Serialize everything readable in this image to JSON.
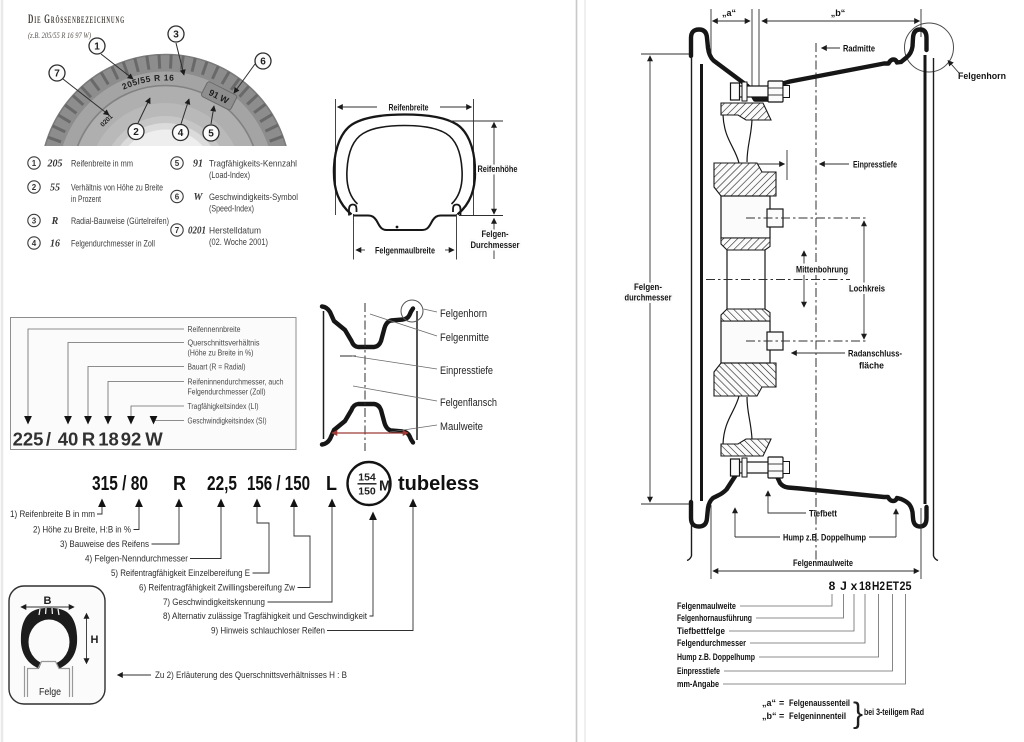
{
  "colors": {
    "ink": "#1c1c1c",
    "red_arrow": "#9e3a33",
    "paper": "#ffffff"
  },
  "left_page": {
    "title": "Die Grössenbezeichnung",
    "subtitle": "(z.B. 205/55 R 16  97 W)",
    "tire_photo": {
      "sidewall_size_marking": "205/55 R 16",
      "load_speed_box": "91 W",
      "dot_date": "0201",
      "callouts": {
        "c1": "1",
        "c2": "2",
        "c3": "3",
        "c4": "4",
        "c5": "5",
        "c6": "6",
        "c7": "7"
      }
    },
    "legend": [
      {
        "num": "1",
        "value": "205",
        "line1": "Reifenbreite in mm",
        "line2": ""
      },
      {
        "num": "2",
        "value": "55",
        "line1": "Verhältnis von Höhe zu Breite",
        "line2": "in Prozent"
      },
      {
        "num": "3",
        "value": "R",
        "line1": "Radial-Bauweise (Gürtelreifen)",
        "line2": ""
      },
      {
        "num": "4",
        "value": "16",
        "line1": "Felgendurchmesser in Zoll",
        "line2": ""
      },
      {
        "num": "5",
        "value": "91",
        "line1": "Tragfähigkeits-Kennzahl",
        "line2": "(Load-Index)"
      },
      {
        "num": "6",
        "value": "W",
        "line1": "Geschwindigkeits-Symbol",
        "line2": "(Speed-Index)"
      },
      {
        "num": "7",
        "value": "0201",
        "line1": "Herstelldatum",
        "line2": "(02. Woche 2001)"
      }
    ],
    "tire_section": {
      "width": "Reifenbreite",
      "height": "Reifenhöhe",
      "rim_diameter1": "Felgen-",
      "rim_diameter2": "Durchmesser",
      "rim_mouth_width": "Felgenmaulbreite"
    },
    "car_code": {
      "tokens": [
        "225",
        "/",
        "40",
        "R",
        "18",
        "92",
        "W"
      ],
      "labels": [
        {
          "line1": "Reifennennbreite",
          "line2": ""
        },
        {
          "line1": "Querschnittsverhältnis",
          "line2": "(Höhe zu Breite in %)"
        },
        {
          "line1": "Bauart (R = Radial)",
          "line2": ""
        },
        {
          "line1": "Reifeninnendurchmesser, auch",
          "line2": "Felgendurchmesser (Zoll)"
        },
        {
          "line1": "Tragfähigkeitsindex (LI)",
          "line2": ""
        },
        {
          "line1": "Geschwindigkeitsindex (SI)",
          "line2": ""
        }
      ]
    },
    "rim_small": {
      "labels": [
        "Felgenhorn",
        "Felgenmitte",
        "Einpresstiefe",
        "Felgenflansch",
        "Maulweite"
      ]
    },
    "truck_code": {
      "tokens": [
        "315 / 80",
        "R",
        "22,5",
        "156 / 150",
        "L"
      ],
      "alt_top": "154",
      "alt_bottom": "150",
      "alt_symbol": "M",
      "tubeless": "tubeless",
      "labels": [
        "1) Reifenbreite B in mm",
        "2) Höhe zu Breite, H:B in %",
        "3) Bauweise des Reifens",
        "4) Felgen-Nenndurchmesser",
        "5) Reifentragfähigkeit Einzelbereifung E",
        "6) Reifentragfähigkeit Zwillingsbereifung Zw",
        "7) Geschwindigkeitskennung",
        "8) Alternativ zulässige Tragfähigkeit und Geschwindigkeit",
        "9) Hinweis schlauchloser Reifen"
      ]
    },
    "hb_box": {
      "b": "B",
      "h": "H",
      "felge": "Felge",
      "note": "Zu 2) Erläuterung des Querschnittsverhältnisses H : B"
    }
  },
  "right_page": {
    "dim_a": "„a“",
    "dim_b": "„b“",
    "labels": {
      "radmitte": "Radmitte",
      "felgenhorn": "Felgenhorn",
      "einpresstiefe": "Einpresstiefe",
      "felgendurchmesser1": "Felgen-",
      "felgendurchmesser2": "durchmesser",
      "mittenbohrung": "Mittenbohrung",
      "lochkreis": "Lochkreis",
      "radanschluss1": "Radanschluss-",
      "radanschluss2": "fläche",
      "tiefbett": "Tiefbett",
      "hump": "Hump z.B. Doppelhump",
      "felgenmaulweite": "Felgenmaulweite"
    },
    "code": {
      "tokens": [
        "8",
        "J",
        "x",
        "18",
        "H2",
        "ET",
        "25"
      ],
      "labels": [
        "Felgenmaulweite",
        "Felgenhornausführung",
        "Tiefbettfelge",
        "Felgendurchmesser",
        "Hump z.B. Doppelhump",
        "Einpresstiefe",
        "mm-Angabe"
      ]
    },
    "footnote": {
      "a": "„a“",
      "eq_a": "=",
      "a_text": "Felgenaussenteil",
      "b": "„b“",
      "eq_b": "=",
      "b_text": "Felgeninnenteil",
      "brace_glyph": "}",
      "brace_text": "bei 3-teiligem Rad"
    }
  }
}
